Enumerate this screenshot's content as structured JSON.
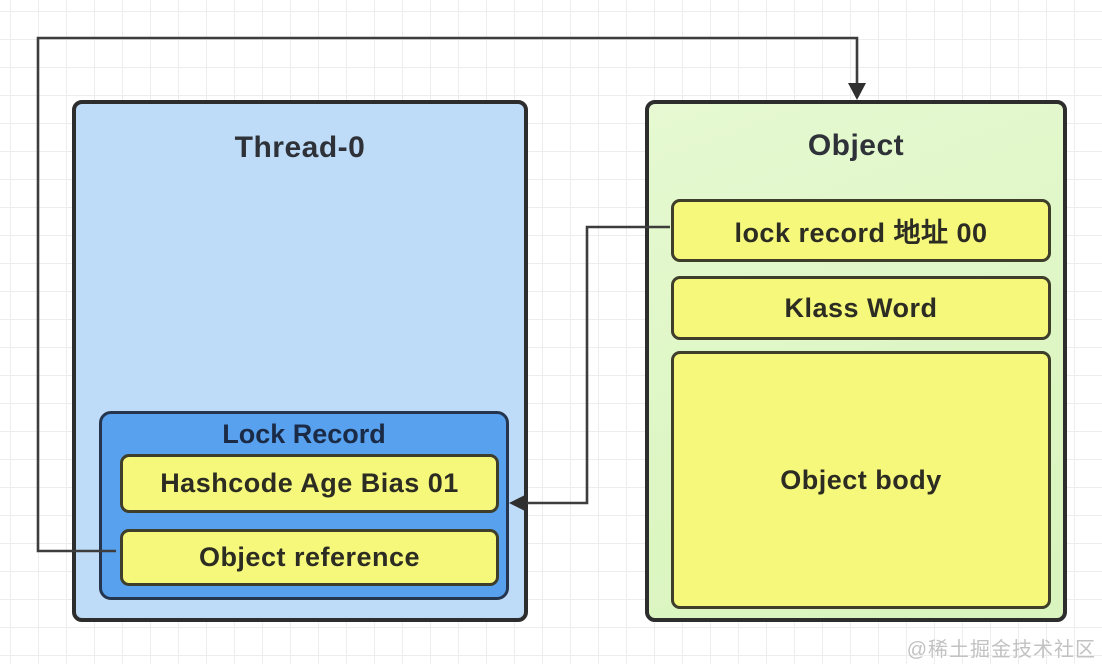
{
  "diagram": {
    "thread": {
      "title": "Thread-0",
      "lock_record": {
        "title": "Lock Record",
        "slots": [
          "Hashcode Age Bias 01",
          "Object reference"
        ]
      }
    },
    "object": {
      "title": "Object",
      "slots": [
        "lock record 地址 00",
        "Klass Word",
        "Object body"
      ]
    },
    "arrows": [
      {
        "name": "object-reference-to-object",
        "from": "Object reference",
        "to": "Object (top)"
      },
      {
        "name": "lock-record-address-to-lock-record",
        "from": "lock record 地址 00",
        "to": "Lock Record"
      }
    ],
    "watermark": "@稀土掘金技术社区",
    "colors": {
      "thread_fill": "#bedcf8",
      "object_fill": "#ddf6c3",
      "lock_record_fill": "#58a1ef",
      "slot_fill": "#f6f87c",
      "box_outline": "#2d2d2d",
      "slot_outline": "#3e3e2b",
      "lock_record_outline": "#25354e",
      "arrow": "#3d3d3d",
      "watermark": "#c2c2c2"
    }
  }
}
